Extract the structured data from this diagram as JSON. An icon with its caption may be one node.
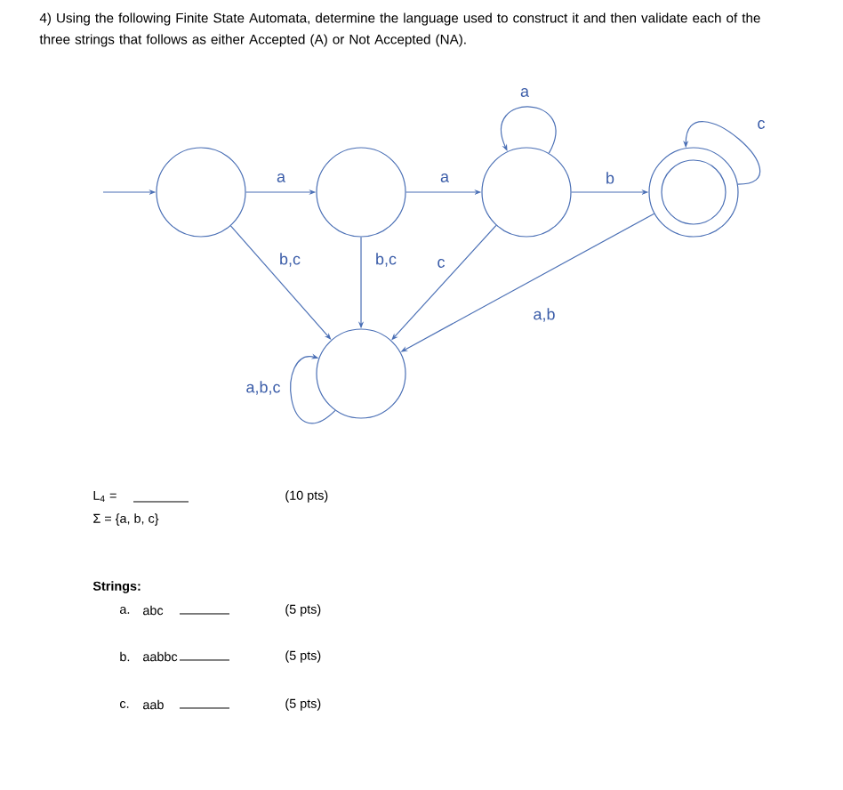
{
  "diagram": {
    "title": "4) Using the following Finite State Automata, determine the language used to construct it and then validate each of the three strings that follows as either Accepted (A) or Not Accepted (NA).",
    "nodes": [
      {
        "text": [],
        "shape": "circle"
      },
      {
        "text": [],
        "shape": "circle"
      },
      {
        "text": [],
        "shape": "circle"
      },
      {
        "text": [],
        "shape": "double-circle"
      },
      {
        "text": [],
        "shape": "circle"
      }
    ],
    "edges": [
      {
        "from": null,
        "to": 0,
        "arrow": "to"
      },
      {
        "from": 0,
        "to": 1,
        "arrow": "to",
        "label": "a"
      },
      {
        "from": 1,
        "to": 2,
        "arrow": "to",
        "label": "a"
      },
      {
        "from": 2,
        "to": 3,
        "arrow": "to",
        "label": "b"
      },
      {
        "from": 2,
        "to": 2,
        "arrow": "to",
        "label": "a"
      },
      {
        "from": 3,
        "to": 3,
        "arrow": "to",
        "label": "c"
      },
      {
        "from": 0,
        "to": 4,
        "arrow": "to",
        "label": "b,c"
      },
      {
        "from": 1,
        "to": 4,
        "arrow": "to",
        "label": "b,c"
      },
      {
        "from": 2,
        "to": 4,
        "arrow": "to",
        "label": "c"
      },
      {
        "from": 3,
        "to": 4,
        "arrow": "to",
        "label": "a,b"
      },
      {
        "from": 4,
        "to": 4,
        "arrow": "to",
        "label": "a,b,c"
      }
    ],
    "labels": [
      "L$_{4}$ =",
      "(10 pts)",
      "Σ = {a, b, c}",
      "Strings:",
      "a.",
      "abc",
      "(5 pts)",
      "b.",
      "aabbc",
      "(5 pts)",
      "c.",
      "aab",
      "(5 pts)"
    ]
  }
}
